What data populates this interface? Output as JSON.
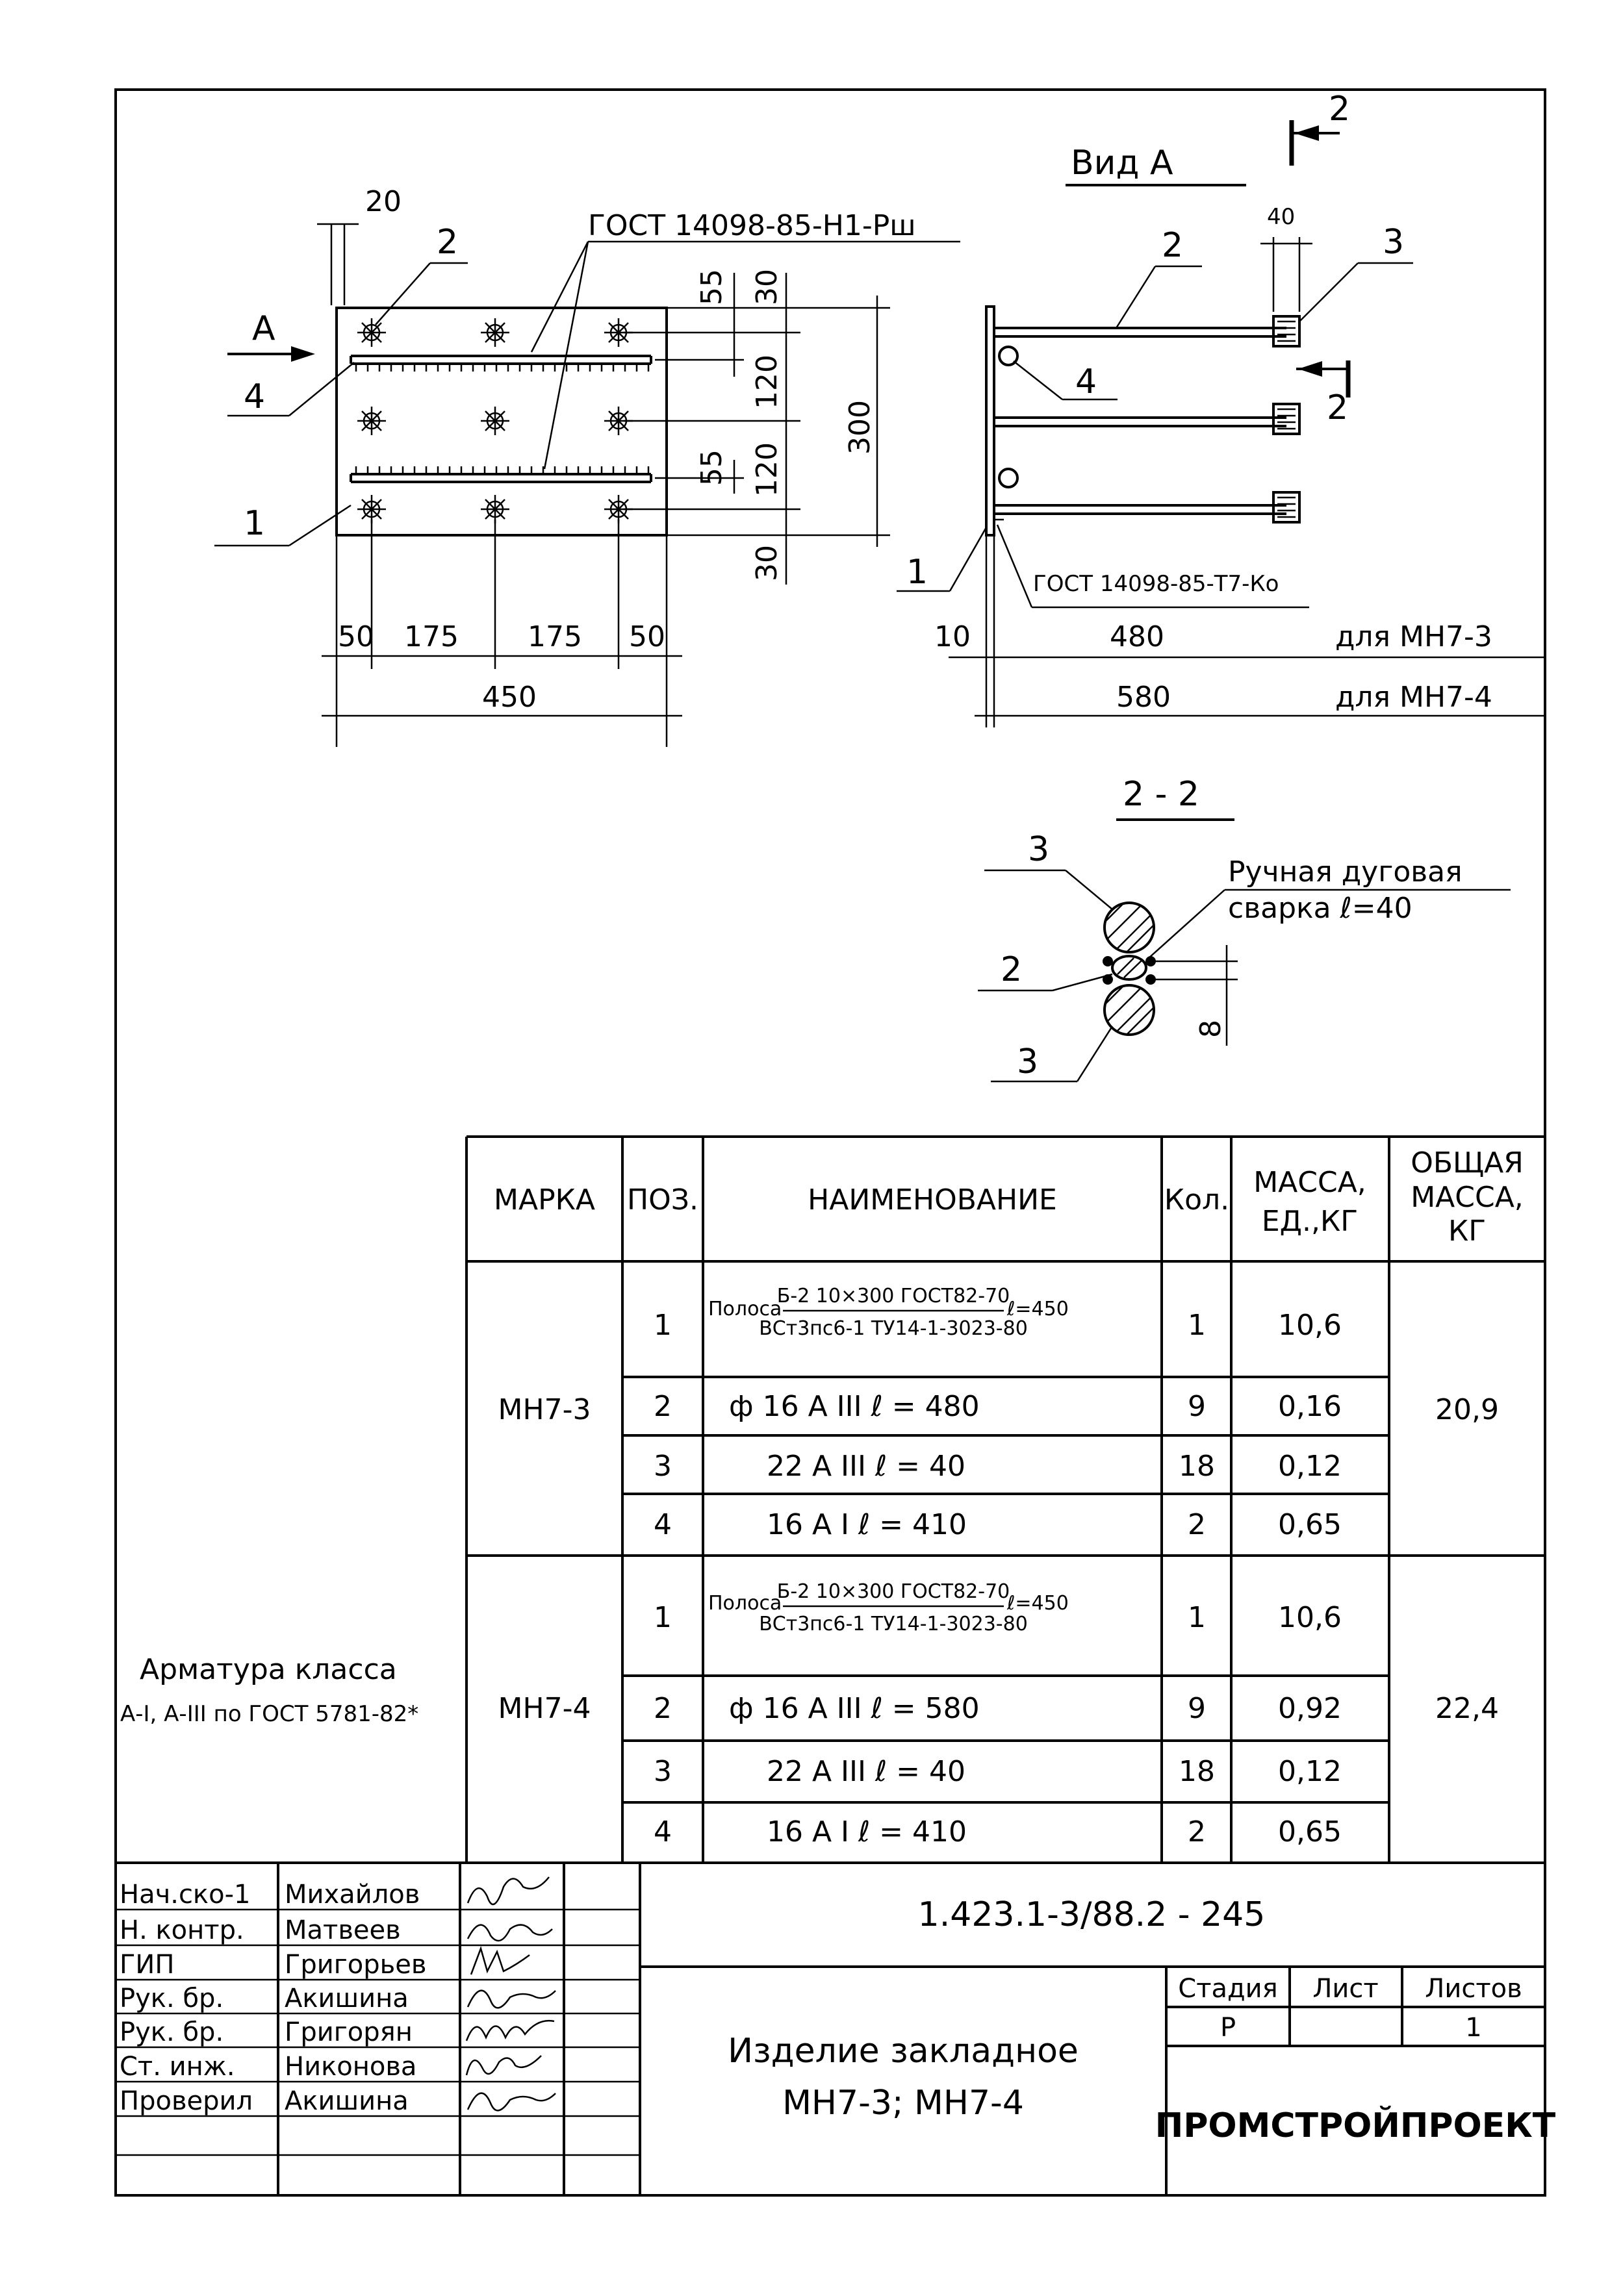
{
  "plan": {
    "top_dim": "20",
    "weld_top_note": "ГОСТ 14098-85-Н1-Рш",
    "view_arrow_label": "А",
    "pos_2": "2",
    "pos_4": "4",
    "pos_1": "1",
    "dim_right_top_55": "55",
    "dim_right_top_30": "30",
    "dim_120_a": "120",
    "dim_120_b": "120",
    "dim_55_b": "55",
    "dim_30_b": "30",
    "dim_300": "300",
    "dim_b_50a": "50",
    "dim_b_175a": "175",
    "dim_b_175b": "175",
    "dim_b_50b": "50",
    "dim_450": "450"
  },
  "side_view": {
    "title": "Вид А",
    "section_mark_top": "2",
    "section_mark_mid": "2",
    "dim_40": "40",
    "pos_2": "2",
    "pos_3": "3",
    "pos_4": "4",
    "pos_1": "1",
    "weld_note": "ГОСТ 14098-85-Т7-Ко",
    "dim_10": "10",
    "dim_480": "480",
    "dim_580": "580",
    "for_mn3": "для МН7-3",
    "for_mn4": "для МН7-4"
  },
  "section": {
    "title": "2 - 2",
    "pos_3_top": "3",
    "pos_2": "2",
    "pos_3_bottom": "3",
    "weld_line1": "Ручная дуговая",
    "weld_line2": "сварка ℓ=40",
    "dim_8": "8"
  },
  "spec": {
    "headers": {
      "mark": "МАРКА",
      "pos": "ПОЗ.",
      "name": "НАИМЕНОВАНИЕ",
      "qty": "Кол.",
      "mass_unit_1": "МАССА,",
      "mass_unit_2": "ЕД.,КГ",
      "mass_total_1": "ОБЩАЯ",
      "mass_total_2": "МАССА,",
      "mass_total_3": "КГ"
    },
    "groups": [
      {
        "mark": "МН7-3",
        "total": "20,9",
        "rows": [
          {
            "pos": "1",
            "prefix": "Полоса",
            "num": "Б-2 10×300 ГОСТ82-70",
            "den": "ВСт3пс6-1 ТУ14-1-3023-80",
            "suffix": "ℓ=450",
            "qty": "1",
            "mass": "10,6"
          },
          {
            "pos": "2",
            "name": "ф 16 А III   ℓ = 480",
            "qty": "9",
            "mass": "0,16"
          },
          {
            "pos": "3",
            "name": "22 А III   ℓ = 40",
            "qty": "18",
            "mass": "0,12"
          },
          {
            "pos": "4",
            "name": "16 А I   ℓ = 410",
            "qty": "2",
            "mass": "0,65"
          }
        ]
      },
      {
        "mark": "МН7-4",
        "total": "22,4",
        "rows": [
          {
            "pos": "1",
            "prefix": "Полоса",
            "num": "Б-2 10×300 ГОСТ82-70",
            "den": "ВСт3пс6-1 ТУ14-1-3023-80",
            "suffix": "ℓ=450",
            "qty": "1",
            "mass": "10,6"
          },
          {
            "pos": "2",
            "name": "ф 16 А III   ℓ = 580",
            "qty": "9",
            "mass": "0,92"
          },
          {
            "pos": "3",
            "name": "22 А III   ℓ = 40",
            "qty": "18",
            "mass": "0,12"
          },
          {
            "pos": "4",
            "name": "16 А I   ℓ = 410",
            "qty": "2",
            "mass": "0,65"
          }
        ]
      }
    ]
  },
  "note": {
    "line1": "Арматура класса",
    "line2": "А-I, А-III по ГОСТ 5781-82*"
  },
  "title_block": {
    "doc_code": "1.423.1-3/88.2 - 245",
    "title_line1": "Изделие закладное",
    "title_line2": "МН7-3; МН7-4",
    "stage_label": "Стадия",
    "sheet_label": "Лист",
    "sheets_label": "Листов",
    "stage_value": "Р",
    "sheet_value": "",
    "sheets_value": "1",
    "org": "ПРОМСТРОЙПРОЕКТ",
    "signers": [
      {
        "role": "Нач.ско-1",
        "name": "Михайлов"
      },
      {
        "role": "Н. контр.",
        "name": "Матвеев"
      },
      {
        "role": "ГИП",
        "name": "Григорьев"
      },
      {
        "role": "Рук. бр.",
        "name": "Акишина"
      },
      {
        "role": "Рук. бр.",
        "name": "Григорян"
      },
      {
        "role": "Ст. инж.",
        "name": "Никонова"
      },
      {
        "role": "Проверил",
        "name": "Акишина"
      }
    ]
  }
}
